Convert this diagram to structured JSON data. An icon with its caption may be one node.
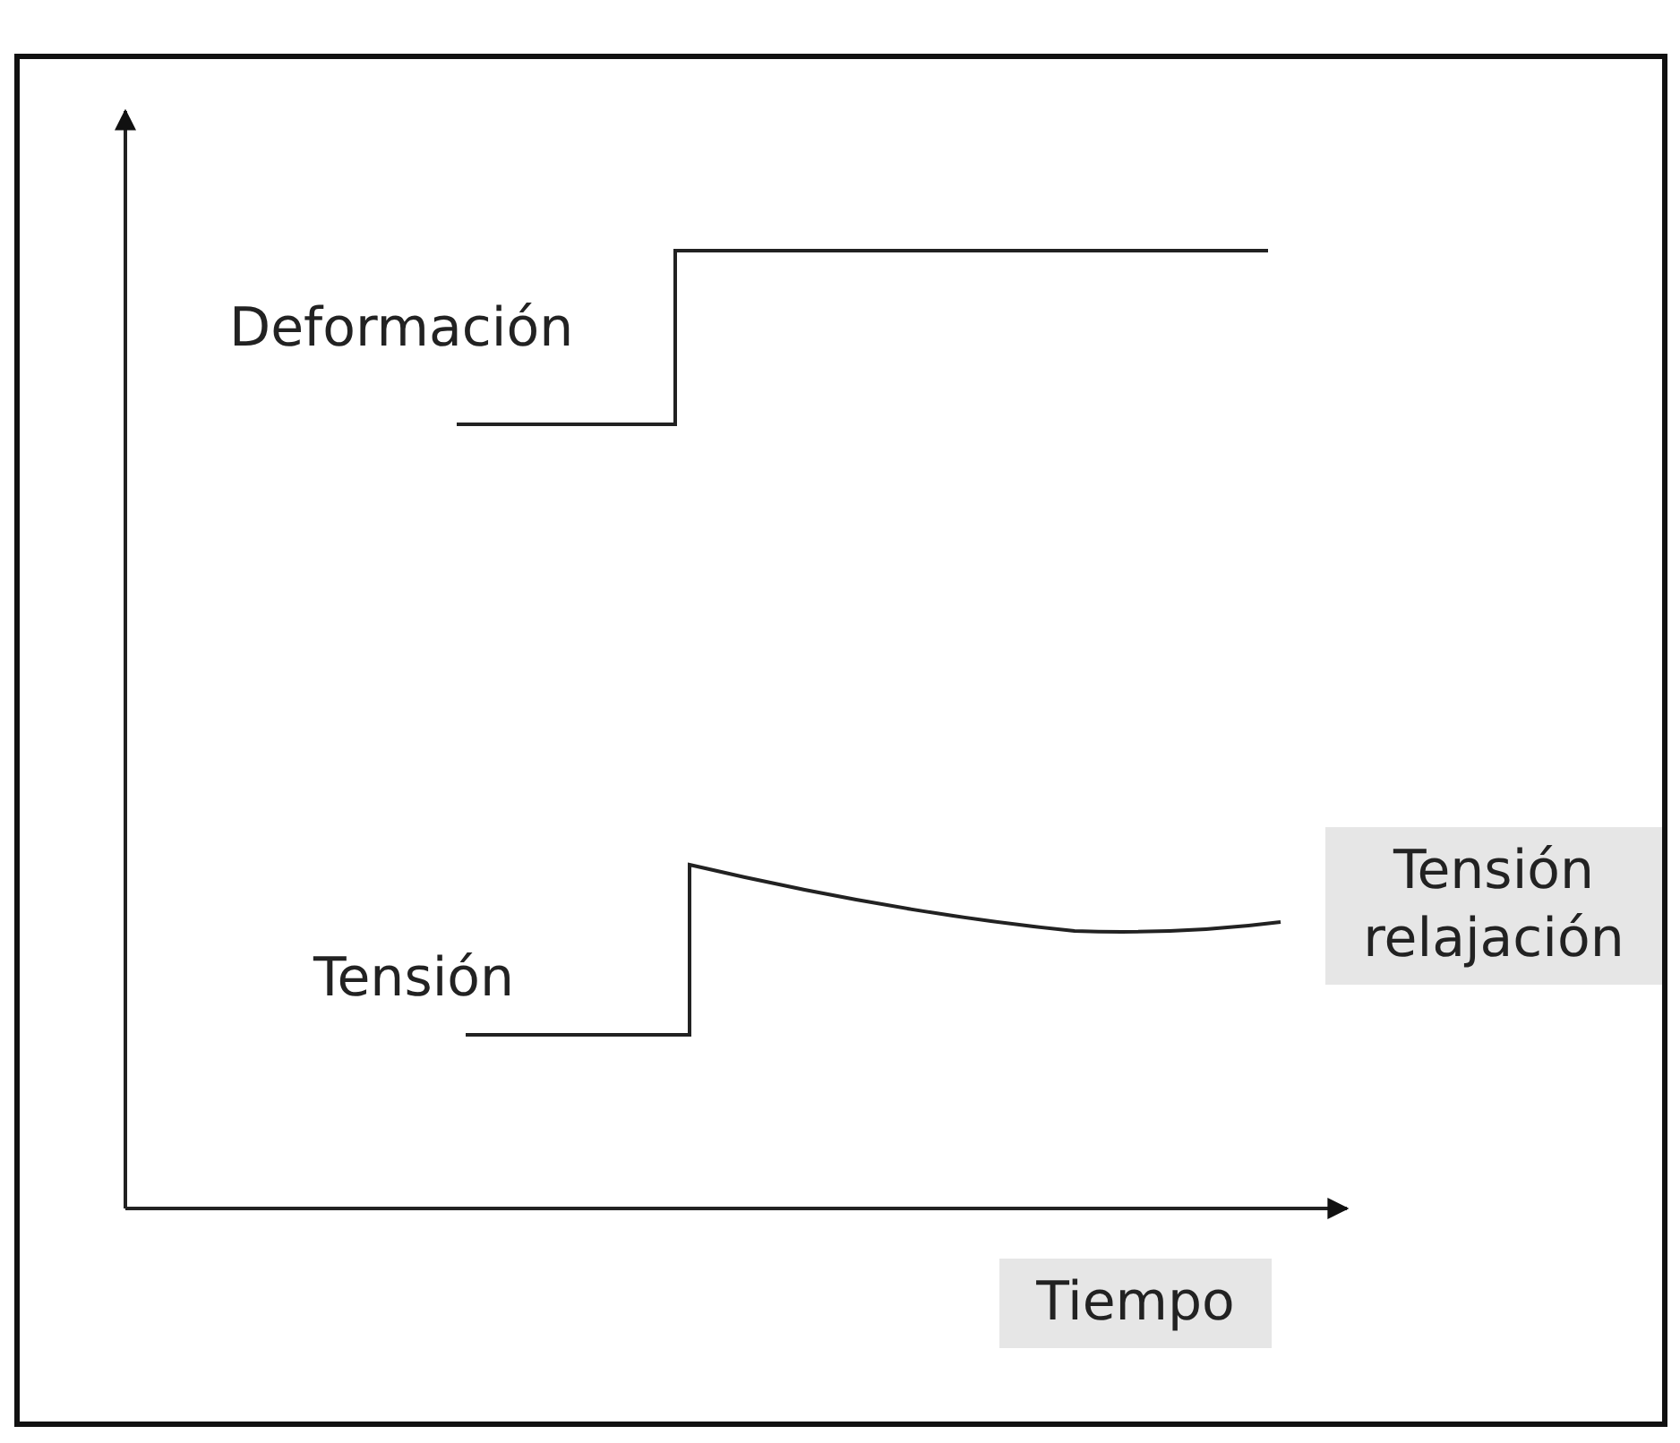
{
  "diagram": {
    "labels": [
      "Deformación",
      "Tensión",
      "Tensión relajación",
      "Tiempo"
    ]
  }
}
